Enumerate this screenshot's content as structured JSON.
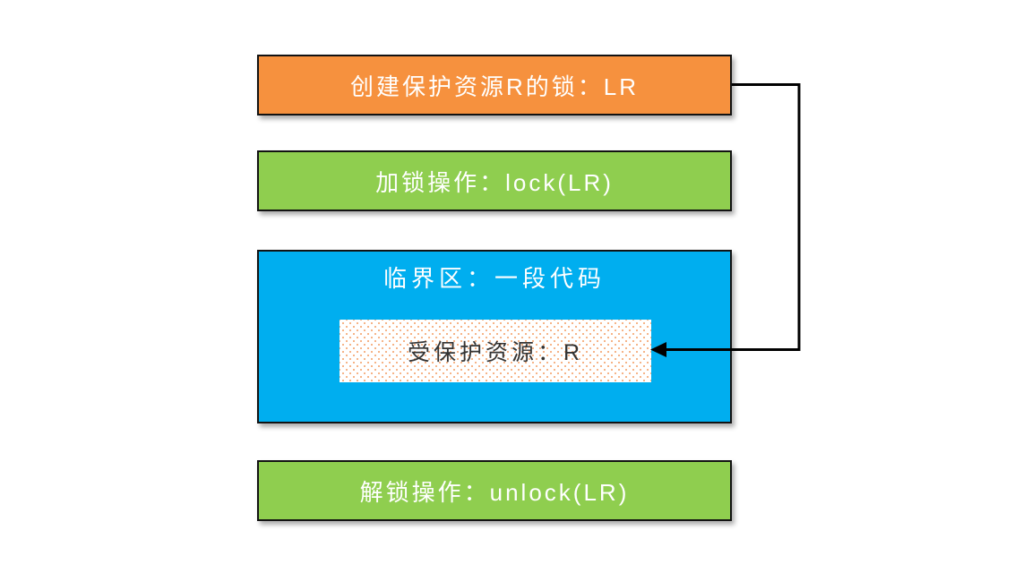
{
  "diagram": {
    "boxes": {
      "create_lock": {
        "label": "创建保护资源R的锁：LR",
        "bg_color": "#F6913E",
        "text_color": "#FFFFFF"
      },
      "lock_operation": {
        "label": "加锁操作：lock(LR)",
        "bg_color": "#8FCE4F",
        "text_color": "#FFFFFF"
      },
      "critical_section": {
        "label": "临界区：一段代码",
        "bg_color": "#00AEEF",
        "text_color": "#FFFFFF"
      },
      "protected_resource": {
        "label": "受保护资源：R",
        "bg_color": "#FFFFFF",
        "dot_pattern_color": "#F6B488",
        "text_color": "#333333"
      },
      "unlock_operation": {
        "label": "解锁操作：unlock(LR)",
        "bg_color": "#8FCE4F",
        "text_color": "#FFFFFF"
      }
    },
    "arrow": {
      "from": "create_lock",
      "to": "protected_resource",
      "color": "#000000"
    },
    "border_color": "#121212",
    "background_color": "#FFFFFF"
  }
}
